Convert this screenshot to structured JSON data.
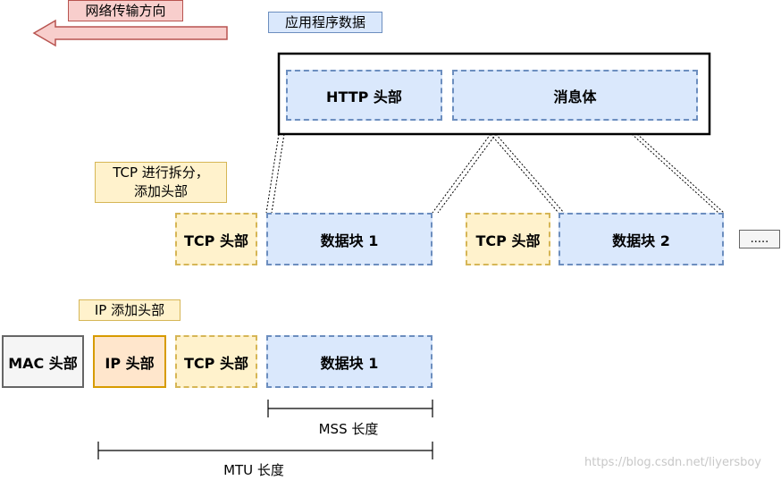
{
  "labels": {
    "direction": "网络传输方向",
    "app_data": "应用程序数据",
    "http_header": "HTTP 头部",
    "message_body": "消息体",
    "tcp_split_line1": "TCP 进行拆分，",
    "tcp_split_line2": "添加头部",
    "tcp_header": "TCP 头部",
    "chunk_1": "数据块 1",
    "chunk_2": "数据块 2",
    "ellipsis": ".....",
    "ip_add_header": "IP 添加头部",
    "mac_header": "MAC 头部",
    "ip_header": "IP 头部",
    "mss_length": "MSS 长度",
    "mtu_length": "MTU 长度"
  },
  "watermark": "https://blog.csdn.net/liyersboy",
  "colors": {
    "blue_fill": "#dae8fc",
    "blue_stroke": "#6c8ebf",
    "yellow_fill": "#fff2cc",
    "yellow_stroke": "#d6b656",
    "orange_fill": "#ffe6cc",
    "orange_stroke": "#d79b00",
    "red_fill": "#f8cecc",
    "red_stroke": "#b85450",
    "gray_fill": "#f5f5f5",
    "gray_stroke": "#666666"
  }
}
